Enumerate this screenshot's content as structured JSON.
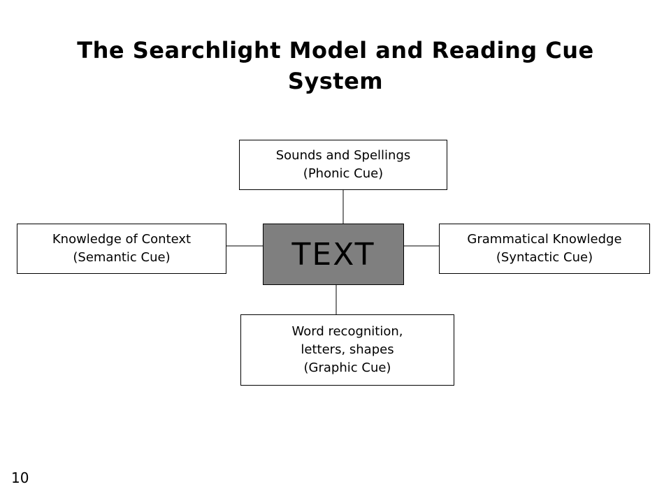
{
  "title": {
    "line1": "The Searchlight Model and Reading Cue",
    "line2": "System"
  },
  "center": {
    "label": "TEXT",
    "fill_color": "#7f7f7f"
  },
  "nodes": {
    "top": {
      "line1": "Sounds and Spellings",
      "line2": "(Phonic Cue)"
    },
    "left": {
      "line1": "Knowledge of Context",
      "line2": "(Semantic Cue)"
    },
    "right": {
      "line1": "Grammatical Knowledge",
      "line2": "(Syntactic Cue)"
    },
    "bottom": {
      "line1": "Word recognition,",
      "line2": "letters, shapes",
      "line3": "(Graphic Cue)"
    }
  },
  "page_number": "10"
}
